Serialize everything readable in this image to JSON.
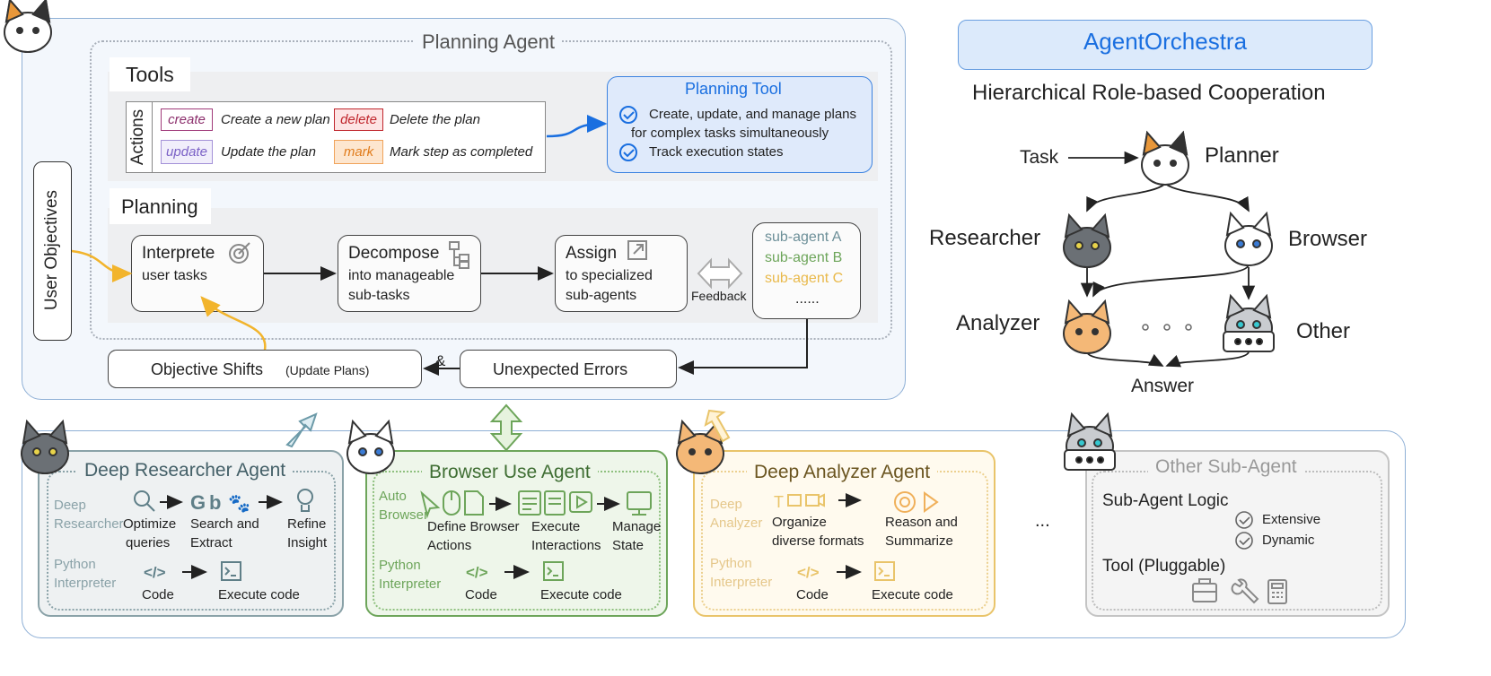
{
  "planning_agent": {
    "title": "Planning Agent",
    "tools_label": "Tools",
    "actions_label": "Actions",
    "actions": [
      {
        "tag": "create",
        "desc": "Create a new plan",
        "color": "#8b2d6b",
        "border": "#a03a7a",
        "bg": "#ffffff"
      },
      {
        "tag": "delete",
        "desc": "Delete the plan",
        "color": "#c0262d",
        "border": "#c0262d",
        "bg": "#fde4e4"
      },
      {
        "tag": "update",
        "desc": "Update the plan",
        "color": "#7b61c6",
        "border": "#a492d8",
        "bg": "#f1eefb"
      },
      {
        "tag": "mark",
        "desc": "Mark step as completed",
        "color": "#e07b1b",
        "border": "#f0a35a",
        "bg": "#fde6cf"
      }
    ],
    "planning_tool": {
      "title": "Planning Tool",
      "item1_line1": "Create, update, and manage plans",
      "item1_line2": "for complex tasks simultaneously",
      "item2": "Track execution states"
    },
    "planning_label": "Planning",
    "user_objectives": "User Objectives",
    "steps": [
      {
        "title": "Interprete",
        "line2": "user tasks",
        "line3": ""
      },
      {
        "title": "Decompose",
        "line2": "into manageable",
        "line3": "sub-tasks"
      },
      {
        "title": "Assign",
        "line2": "to specialized",
        "line3": "sub-agents"
      }
    ],
    "feedback": "Feedback",
    "subagents": {
      "a": "sub-agent A",
      "b": "sub-agent B",
      "c": "sub-agent C",
      "more": "......"
    },
    "objective_shifts": "Objective Shifts",
    "update_plans": "(Update Plans)",
    "amp": "&",
    "unexpected_errors": "Unexpected Errors"
  },
  "orchestra": {
    "title": "AgentOrchestra",
    "subtitle": "Hierarchical Role-based Cooperation",
    "task": "Task",
    "planner": "Planner",
    "researcher": "Researcher",
    "browser": "Browser",
    "analyzer": "Analyzer",
    "other": "Other",
    "answer": "Answer"
  },
  "researcher_agent": {
    "title": "Deep Researcher Agent",
    "row1_label_1": "Deep",
    "row1_label_2": "Researcher",
    "s1_1": "Optimize",
    "s1_2": "queries",
    "s2_1": "Search and",
    "s2_2": "Extract",
    "s3_1": "Refine",
    "s3_2": "Insight",
    "row2_label_1": "Python",
    "row2_label_2": "Interpreter",
    "code": "Code",
    "exec": "Execute code"
  },
  "browser_agent": {
    "title": "Browser Use Agent",
    "row1_label_1": "Auto",
    "row1_label_2": "Browser",
    "s1_1": "Define Browser",
    "s1_2": "Actions",
    "s2_1": "Execute",
    "s2_2": "Interactions",
    "s3_1": "Manage",
    "s3_2": "State",
    "row2_label_1": "Python",
    "row2_label_2": "Interpreter",
    "code": "Code",
    "exec": "Execute code"
  },
  "analyzer_agent": {
    "title": "Deep Analyzer Agent",
    "row1_label_1": "Deep",
    "row1_label_2": "Analyzer",
    "s1_1": "Organize",
    "s1_2": "diverse formats",
    "s2_1": "Reason and",
    "s2_2": "Summarize",
    "row2_label_1": "Python",
    "row2_label_2": "Interpreter",
    "code": "Code",
    "exec": "Execute code"
  },
  "ellipsis": "...",
  "other_agent": {
    "title": "Other Sub-Agent",
    "logic": "Sub-Agent Logic",
    "extensive": "Extensive",
    "dynamic": "Dynamic",
    "tool": "Tool (Pluggable)"
  },
  "colors": {
    "researcher": "#5f7f88",
    "browser": "#6da55a",
    "analyzer": "#e9c46a",
    "other": "#b3b3b3",
    "accent_blue": "#1a6fe0"
  }
}
